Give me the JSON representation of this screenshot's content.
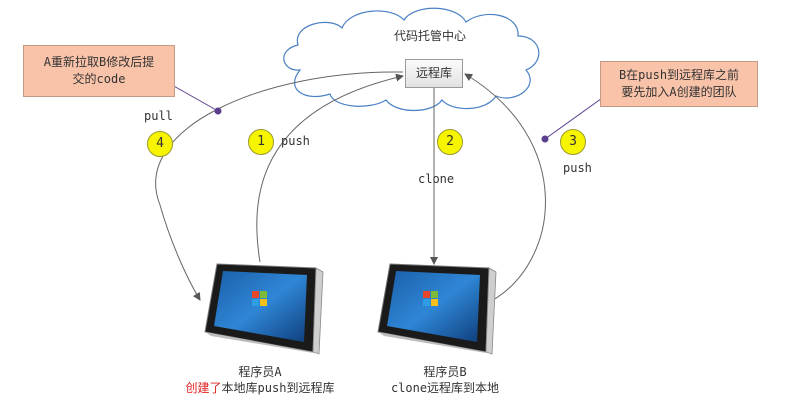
{
  "cloud": {
    "title": "代码托管中心"
  },
  "repo": {
    "label": "远程库"
  },
  "notes": {
    "left": {
      "line1": "A重新拉取B修改后提",
      "line2": "交的code"
    },
    "right": {
      "line1": "B在push到远程库之前",
      "line2": "要先加入A创建的团队"
    }
  },
  "steps": [
    {
      "number": "1",
      "action": "push"
    },
    {
      "number": "2",
      "action": "clone"
    },
    {
      "number": "3",
      "action": "push"
    },
    {
      "number": "4",
      "action": "pull"
    }
  ],
  "programmers": {
    "a": {
      "name": "程序员A",
      "caption_red": "创建了",
      "caption_rest": "本地库push到远程库"
    },
    "b": {
      "name": "程序员B",
      "caption": "clone远程库到本地"
    }
  },
  "colors": {
    "note_fill": "#f9c3a9",
    "badge_fill": "#f7f400",
    "cloud_stroke": "#4a80c4",
    "connector_dot": "#5b3f8c",
    "caption_accent": "#e02020"
  }
}
